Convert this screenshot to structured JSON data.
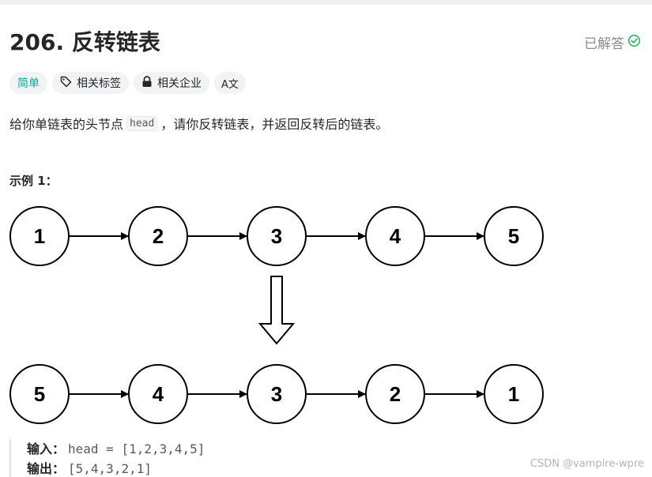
{
  "problem": {
    "title": "206. 反转链表",
    "status_label": "已解答"
  },
  "tags": {
    "difficulty": "简单",
    "related_tags": "相关标签",
    "related_companies": "相关企业",
    "translate": "A文"
  },
  "description": {
    "before_code": "给你单链表的头节点",
    "code": "head",
    "after_code": "，请你反转链表，并返回反转后的链表。"
  },
  "example": {
    "title": "示例 1：",
    "original_list": [
      "1",
      "2",
      "3",
      "4",
      "5"
    ],
    "reversed_list": [
      "5",
      "4",
      "3",
      "2",
      "1"
    ],
    "input_label": "输入：",
    "input_value": "head = [1,2,3,4,5]",
    "output_label": "输出：",
    "output_value": "[5,4,3,2,1]"
  },
  "watermark": "CSDN @vampire-wpre",
  "colors": {
    "easy": "#00af9b",
    "solved_check": "#2db55d"
  }
}
